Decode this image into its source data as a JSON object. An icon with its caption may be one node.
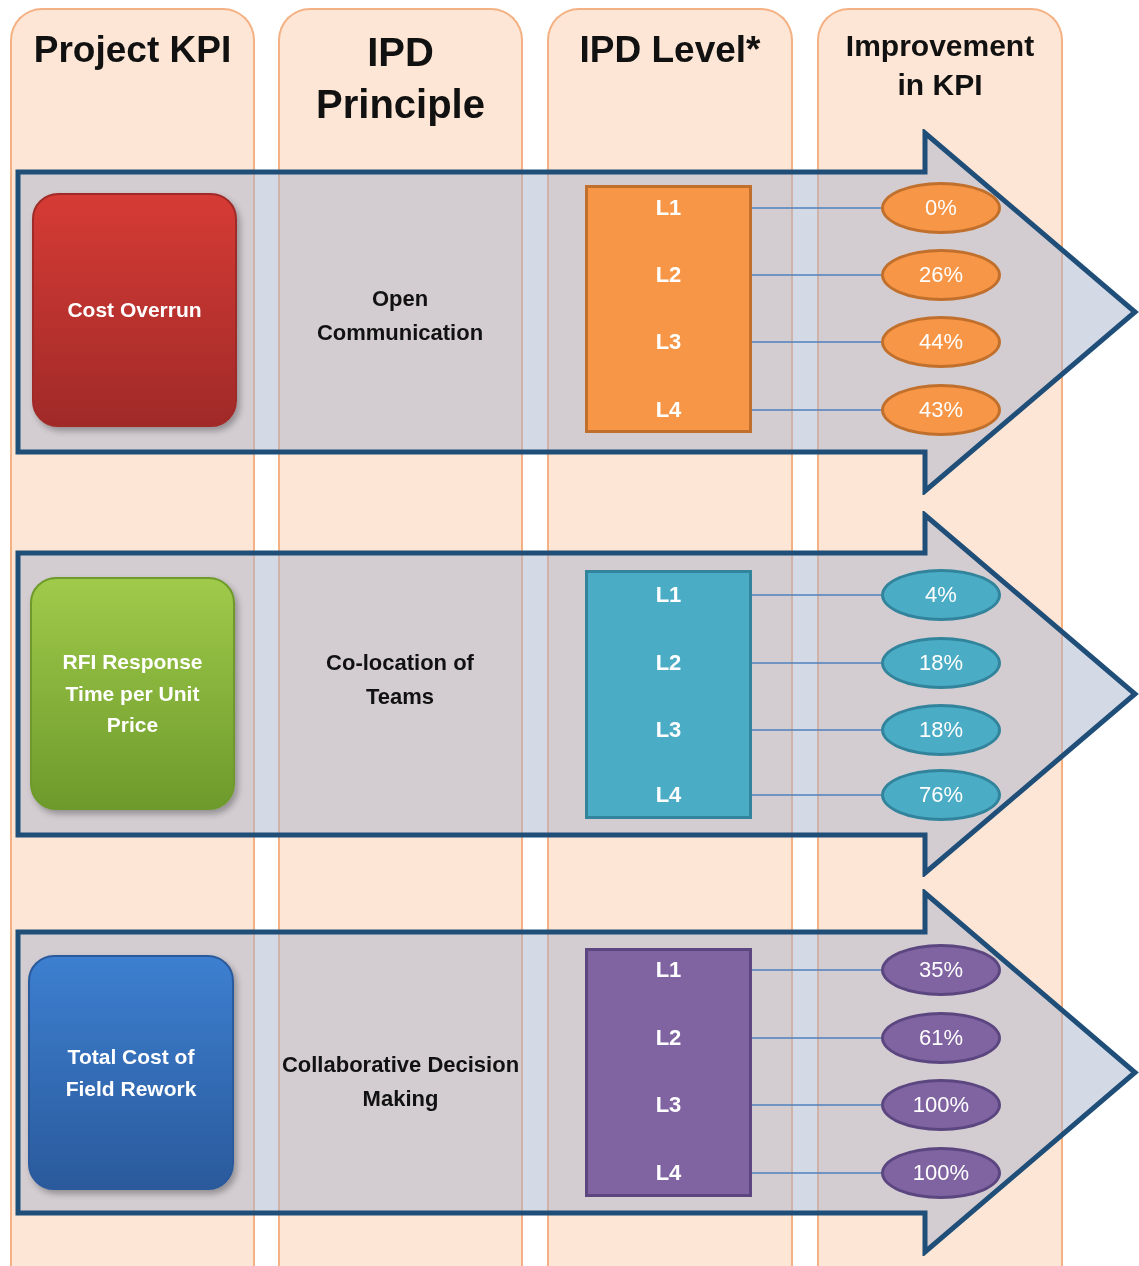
{
  "diagram": {
    "nodes": [
      {
        "text": [
          "Project KPI"
        ]
      },
      {
        "text": [
          "IPD Principle"
        ]
      },
      {
        "text": [
          "IPD Level*"
        ]
      },
      {
        "text": [
          "Improvement in KPI"
        ]
      },
      {
        "text": [],
        "shape": "arrow"
      },
      {
        "text": [
          "Cost Overrun"
        ],
        "in": 4
      },
      {
        "text": [
          "L1",
          "L2",
          "L3",
          "L4"
        ],
        "in": 4
      },
      {
        "text": [
          "0%"
        ],
        "in": 4
      },
      {
        "text": [
          "26%"
        ],
        "in": 4
      },
      {
        "text": [
          "44%"
        ],
        "in": 4
      },
      {
        "text": [
          "43%"
        ],
        "in": 4
      },
      {
        "text": [],
        "shape": "arrow"
      },
      {
        "text": [
          "RFI Response Time per Unit Price"
        ],
        "in": 11
      },
      {
        "text": [
          "L1",
          "L2",
          "L3",
          "L4"
        ],
        "in": 11
      },
      {
        "text": [
          "4%"
        ],
        "in": 11
      },
      {
        "text": [
          "18%"
        ],
        "in": 11
      },
      {
        "text": [
          "18%"
        ],
        "in": 11
      },
      {
        "text": [
          "76%"
        ],
        "in": 11
      },
      {
        "text": [],
        "shape": "arrow"
      },
      {
        "text": [
          "Total Cost of Field Rework"
        ],
        "in": 18
      },
      {
        "text": [
          "L1",
          "L2",
          "L3",
          "L4"
        ],
        "in": 18
      },
      {
        "text": [
          "35%"
        ],
        "in": 18
      },
      {
        "text": [
          "61%"
        ],
        "in": 18
      },
      {
        "text": [
          "100%"
        ],
        "in": 18
      },
      {
        "text": [
          "100%"
        ],
        "in": 18
      }
    ],
    "edges": [
      {
        "from": 6,
        "to": 7,
        "arrow": "none"
      },
      {
        "from": 6,
        "to": 8,
        "arrow": "none"
      },
      {
        "from": 6,
        "to": 9,
        "arrow": "none"
      },
      {
        "from": 6,
        "to": 10,
        "arrow": "none"
      },
      {
        "from": 13,
        "to": 14,
        "arrow": "none"
      },
      {
        "from": 13,
        "to": 15,
        "arrow": "none"
      },
      {
        "from": 13,
        "to": 16,
        "arrow": "none"
      },
      {
        "from": 13,
        "to": 17,
        "arrow": "none"
      },
      {
        "from": 20,
        "to": 21,
        "arrow": "none"
      },
      {
        "from": 20,
        "to": 22,
        "arrow": "none"
      },
      {
        "from": 20,
        "to": 23,
        "arrow": "none"
      },
      {
        "from": 20,
        "to": 24,
        "arrow": "none"
      }
    ],
    "labels": [
      "Open Communication",
      "Co-location of Teams",
      "Collaborative Decision Making"
    ]
  }
}
